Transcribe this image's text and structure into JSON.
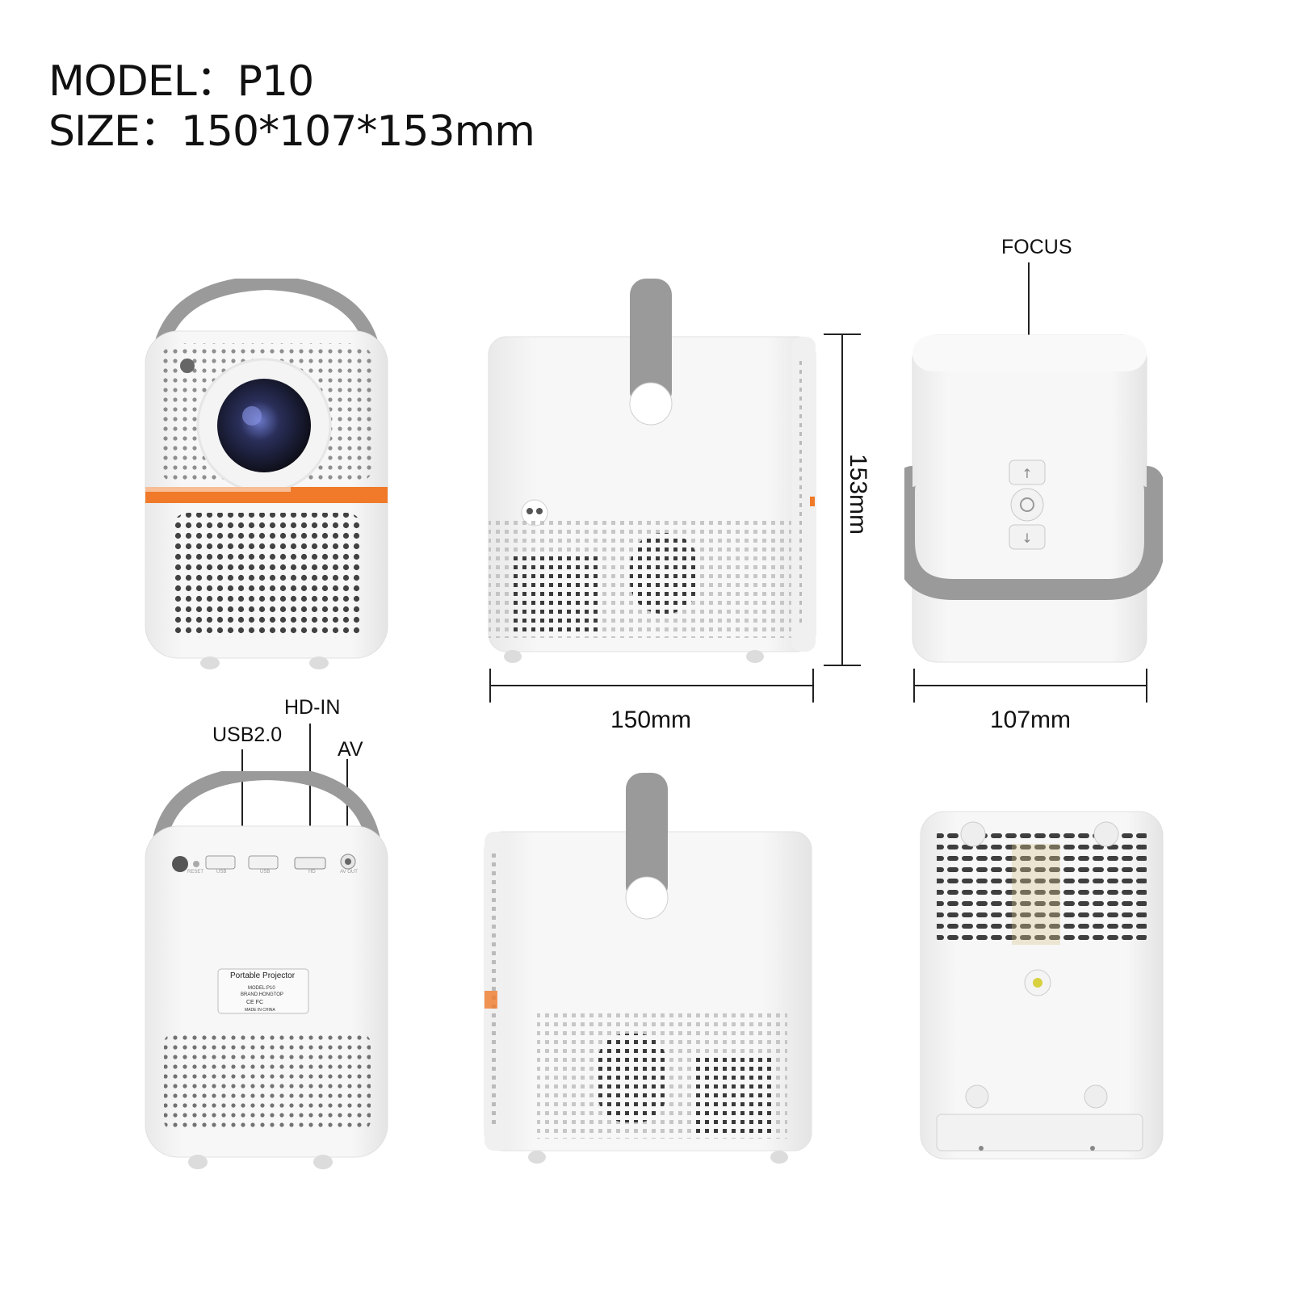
{
  "header": {
    "model_line": "MODEL：P10",
    "size_line": "SIZE：150*107*153mm"
  },
  "callouts": {
    "focus": "FOCUS",
    "usb": "USB2.0",
    "hd_in": "HD-IN",
    "av": "AV"
  },
  "dimensions": {
    "width": "150mm",
    "height": "153mm",
    "depth": "107mm"
  },
  "back_panel": {
    "port_labels": [
      "RESET",
      "USB",
      "USB",
      "HD",
      "AV OUT"
    ]
  },
  "label_sticker": {
    "title": "Portable Projector",
    "model": "MODEL:P10",
    "brand": "BRAND:HONGTOP",
    "certs": "CE FC",
    "origin": "MADE IN CHINA"
  },
  "colors": {
    "body": "#f4f4f4",
    "handle": "#9a9a9a",
    "accent": "#f07a2a",
    "grille": "#2b2b2b",
    "dim_line": "#222222"
  }
}
